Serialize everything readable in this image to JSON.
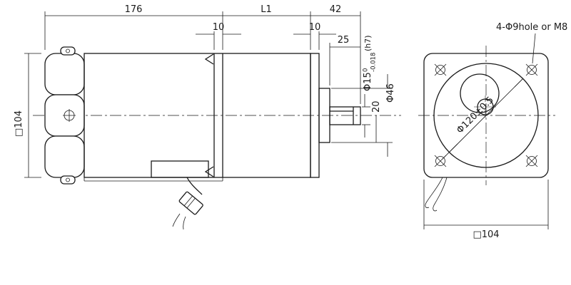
{
  "side_view": {
    "dims": {
      "overall_length": "176",
      "motor_length": "L1",
      "shaft_extension": "42",
      "gearbox_step": "10",
      "flange_step": "10",
      "shaft_length": "25",
      "keyway_dim": "20",
      "frame_size": "□104",
      "boss_diameter": "Φ46",
      "shaft_diameter_prefix": "Φ15",
      "shaft_tolerance_upper": "0",
      "shaft_tolerance_lower": "-0.018",
      "shaft_fit": "(h7)"
    }
  },
  "front_view": {
    "labels": {
      "mounting_holes": "4-Φ9hole or M8",
      "spigot_diameter": "Φ120±0.5",
      "frame_size": "□104"
    }
  },
  "colors": {
    "line": "#1a1a1a",
    "background": "#ffffff"
  }
}
